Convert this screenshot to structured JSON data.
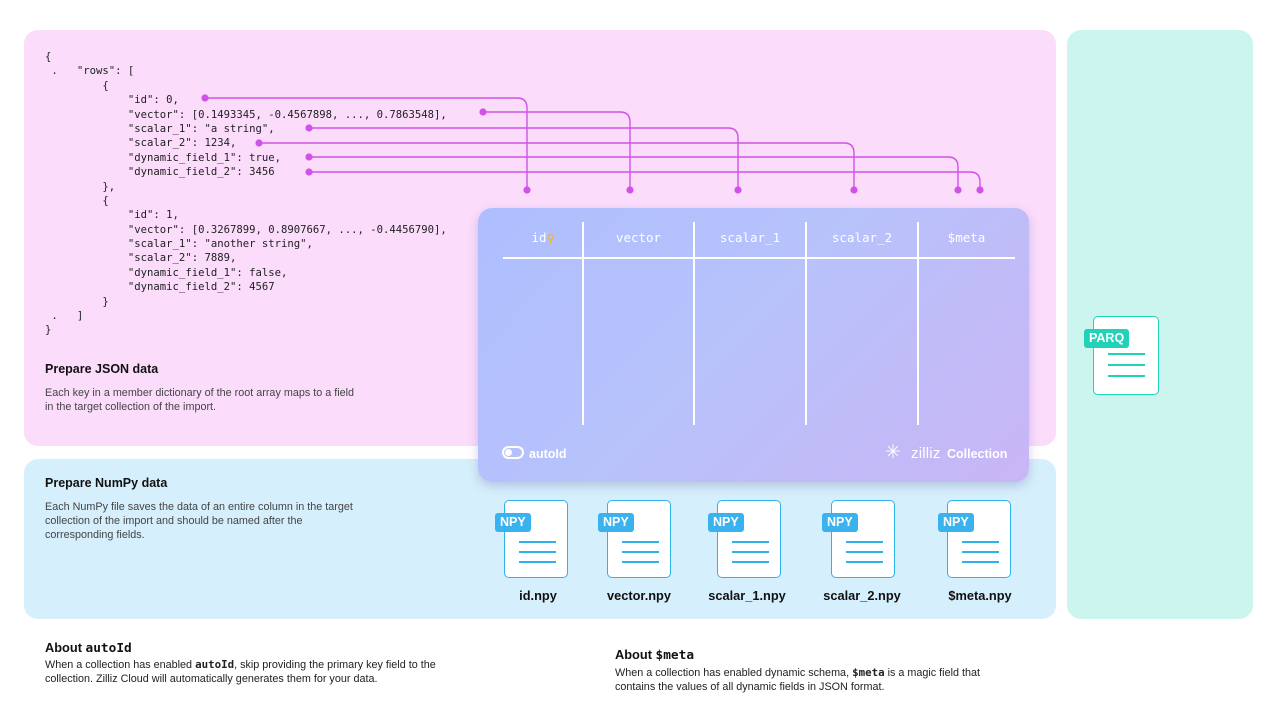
{
  "json_code": {
    "lines": [
      "{",
      " .   \"rows\": [",
      "         {",
      "             \"id\": 0,",
      "             \"vector\": [0.1493345, -0.4567898, ..., 0.7863548],",
      "             \"scalar_1\": \"a string\",",
      "             \"scalar_2\": 1234,",
      "             \"dynamic_field_1\": true,",
      "             \"dynamic_field_2\": 3456",
      "         },",
      "         {",
      "             \"id\": 1,",
      "             \"vector\": [0.3267899, 0.8907667, ..., -0.4456790],",
      "             \"scalar_1\": \"another string\",",
      "             \"scalar_2\": 7889,",
      "             \"dynamic_field_1\": false,",
      "             \"dynamic_field_2\": 4567",
      "         }",
      " .   ]",
      "}"
    ]
  },
  "json_section": {
    "title": "Prepare JSON data",
    "desc_line1": "Each key in a member dictionary of the root array maps to a field",
    "desc_line2": "in the target collection of the import."
  },
  "numpy_section": {
    "title": "Prepare NumPy data",
    "desc_line1": "Each NumPy file saves the data of an entire column in the target",
    "desc_line2": "collection of the import and should be named after the",
    "desc_line3": "corresponding fields."
  },
  "collection": {
    "columns": [
      "id",
      "vector",
      "scalar_1",
      "scalar_2",
      "$meta"
    ],
    "key_icon": "key-icon",
    "toggle_label": "autoId",
    "brand": "zilliz",
    "label": "Collection"
  },
  "numpy_files": [
    {
      "tag": "NPY",
      "name": "id.npy"
    },
    {
      "tag": "NPY",
      "name": "vector.npy"
    },
    {
      "tag": "NPY",
      "name": "scalar_1.npy"
    },
    {
      "tag": "NPY",
      "name": "scalar_2.npy"
    },
    {
      "tag": "NPY",
      "name": "$meta.npy"
    }
  ],
  "parquet_file": {
    "tag": "PARQ"
  },
  "about_autoid": {
    "title_prefix": "About ",
    "title_code": "autoId",
    "desc_a": "When a collection has enabled ",
    "desc_code": "autoId",
    "desc_b": ", skip providing the primary key field to the",
    "desc_line2": "collection. Zilliz Cloud will automatically generates them for your data."
  },
  "about_meta": {
    "title_prefix": "About ",
    "title_code": "$meta",
    "desc_a": "When a collection has enabled dynamic schema, ",
    "desc_code": "$meta",
    "desc_b": "  is a magic field that",
    "desc_line2": "contains the values of all dynamic fields in JSON format."
  },
  "colors": {
    "json_panel": "#fbdcfb",
    "numpy_panel": "#d6effc",
    "parquet_panel": "#cdf5ef",
    "connector": "#d152e8",
    "npy_accent": "#2fb2ea",
    "parq_accent": "#22d2b6"
  }
}
